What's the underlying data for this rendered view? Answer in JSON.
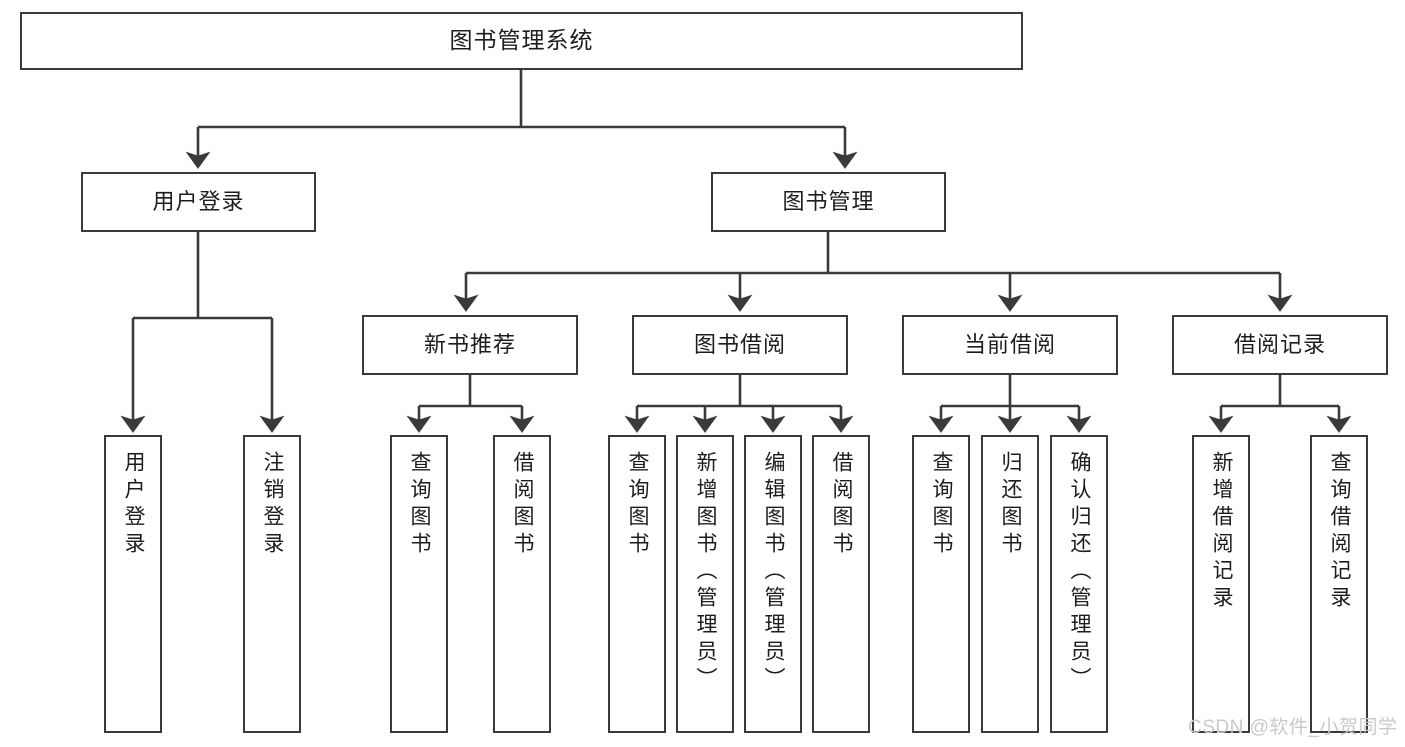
{
  "diagram": {
    "type": "tree",
    "title": "图书管理系统",
    "watermark": "CSDN @软件_小贺同学",
    "colors": {
      "box_border": "#3a3a3a",
      "box_fill": "#ffffff",
      "edge": "#3a3a3a",
      "text": "#1d1d1d",
      "watermark": "#c9c9c9"
    },
    "nodes": {
      "root": {
        "label": "图书管理系统"
      },
      "level2": [
        {
          "id": "user_login",
          "label": "用户登录"
        },
        {
          "id": "book_mgmt",
          "label": "图书管理"
        }
      ],
      "level3": [
        {
          "id": "new_book_rec",
          "label": "新书推荐"
        },
        {
          "id": "book_borrow",
          "label": "图书借阅"
        },
        {
          "id": "current_borrow",
          "label": "当前借阅"
        },
        {
          "id": "borrow_record",
          "label": "借阅记录"
        }
      ],
      "leaves": {
        "user_login": [
          {
            "id": "leaf_user_login",
            "label": "用户登录"
          },
          {
            "id": "leaf_logout",
            "label": "注销登录"
          }
        ],
        "new_book_rec": [
          {
            "id": "leaf_query_book_1",
            "label": "查询图书"
          },
          {
            "id": "leaf_borrow_book_1",
            "label": "借阅图书"
          }
        ],
        "book_borrow": [
          {
            "id": "leaf_query_book_2",
            "label": "查询图书"
          },
          {
            "id": "leaf_add_book",
            "label": "新增图书（管理员）"
          },
          {
            "id": "leaf_edit_book",
            "label": "编辑图书（管理员）"
          },
          {
            "id": "leaf_borrow_book_2",
            "label": "借阅图书"
          }
        ],
        "current_borrow": [
          {
            "id": "leaf_query_book_3",
            "label": "查询图书"
          },
          {
            "id": "leaf_return_book",
            "label": "归还图书"
          },
          {
            "id": "leaf_confirm_return",
            "label": "确认归还（管理员）"
          }
        ],
        "borrow_record": [
          {
            "id": "leaf_add_record",
            "label": "新增借阅记录"
          },
          {
            "id": "leaf_query_record",
            "label": "查询借阅记录"
          }
        ]
      }
    }
  }
}
